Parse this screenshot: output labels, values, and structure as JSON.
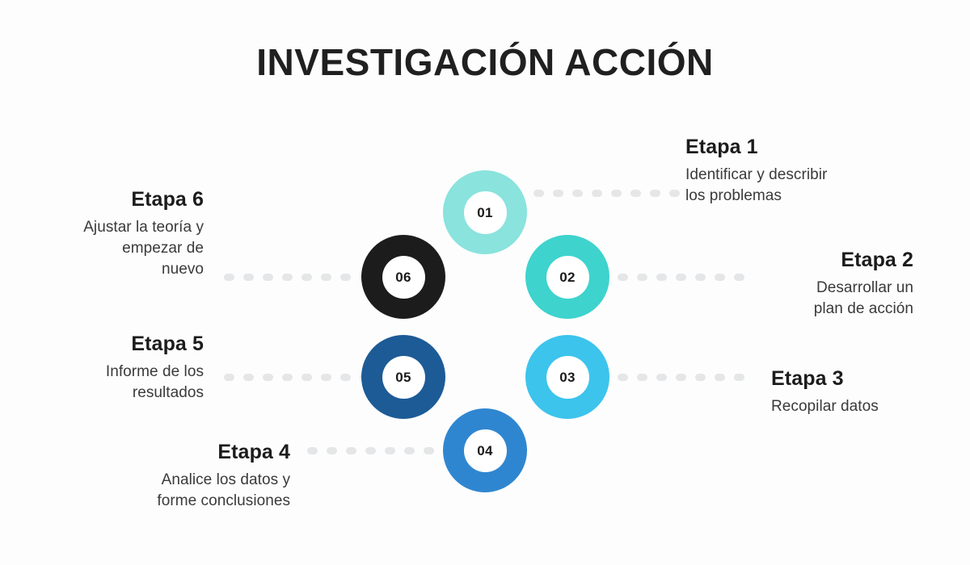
{
  "title": "INVESTIGACIÓN ACCIÓN",
  "background_color": "#fdfdfd",
  "title_color": "#202020",
  "connector_color": "#e5e6e8",
  "hub_color": "#ffffff",
  "diagram": {
    "type": "cycle-infographic",
    "arrangement": "hexagonal-ring",
    "step_count": 6
  },
  "steps": [
    {
      "number": "01",
      "heading": "Etapa 1",
      "description_lines": [
        "Identificar y describir",
        "los problemas"
      ],
      "color": "#8ae3dd",
      "side": "right",
      "align": "left"
    },
    {
      "number": "02",
      "heading": "Etapa 2",
      "description_lines": [
        "Desarrollar un",
        "plan de acción"
      ],
      "color": "#3ed3cd",
      "side": "right",
      "align": "right"
    },
    {
      "number": "03",
      "heading": "Etapa 3",
      "description_lines": [
        "Recopilar datos"
      ],
      "color": "#3cc4ec",
      "side": "right",
      "align": "left"
    },
    {
      "number": "04",
      "heading": "Etapa 4",
      "description_lines": [
        "Analice los datos y",
        "forme conclusiones"
      ],
      "color": "#2f86d0",
      "side": "left",
      "align": "right"
    },
    {
      "number": "05",
      "heading": "Etapa 5",
      "description_lines": [
        "Informe de los",
        "resultados"
      ],
      "color": "#1d5b96",
      "side": "left",
      "align": "right"
    },
    {
      "number": "06",
      "heading": "Etapa 6",
      "description_lines": [
        "Ajustar la teoría y",
        "empezar de",
        "nuevo"
      ],
      "color": "#1c1c1c",
      "side": "left",
      "align": "right"
    }
  ]
}
